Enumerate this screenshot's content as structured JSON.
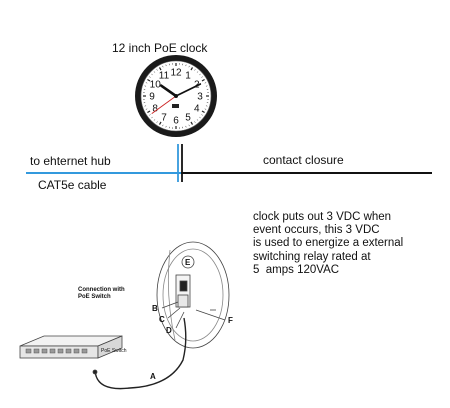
{
  "clock": {
    "title": "12 inch PoE clock",
    "numerals": [
      "12",
      "1",
      "2",
      "3",
      "4",
      "5",
      "6",
      "7",
      "8",
      "9",
      "10",
      "11"
    ],
    "time_hour": 10,
    "time_minute": 10,
    "time_second": 39
  },
  "lines": {
    "ethernet_label": "to ehternet hub",
    "cable_label": "CAT5e cable",
    "contact_label": "contact closure",
    "cable_color": "#3399dd",
    "contact_color": "#111111"
  },
  "note": {
    "text": "clock puts out 3 VDC when\nevent occurs, this 3 VDC\nis used to energize a external\nswitching relay rated at\n5  amps 120VAC"
  },
  "install": {
    "connection_label": "Connection with\nPoE Switch",
    "switch_label": "PoE Switch",
    "letters": {
      "a": "A",
      "b": "B",
      "c": "C",
      "d": "D",
      "e": "E",
      "f": "F"
    }
  }
}
